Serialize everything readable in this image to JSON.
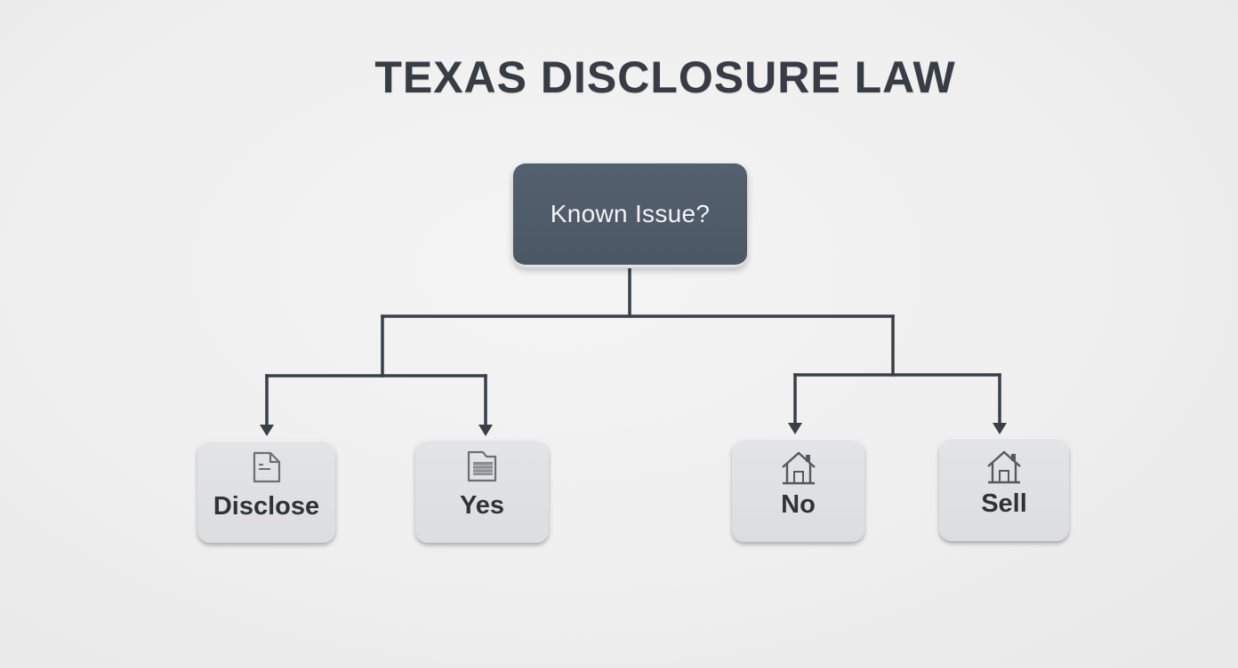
{
  "title": "TEXAS DISCLOSURE LAW",
  "colors": {
    "background": "#efefef",
    "title_text": "#373c45",
    "root_fill": "#4f5a68",
    "root_text": "#f2f3f5",
    "leaf_fill": "#e0e1e4",
    "leaf_text": "#2f3338",
    "connector": "#3a3f47",
    "icon_stroke": "#6b6e73"
  },
  "root": {
    "label": "Known Issue?"
  },
  "branches": [
    {
      "id": "left",
      "leaves": [
        {
          "label": "Disclose",
          "icon": "document-icon"
        },
        {
          "label": "Yes",
          "icon": "folder-document-icon"
        }
      ]
    },
    {
      "id": "right",
      "leaves": [
        {
          "label": "No",
          "icon": "house-icon"
        },
        {
          "label": "Sell",
          "icon": "house-icon"
        }
      ]
    }
  ]
}
